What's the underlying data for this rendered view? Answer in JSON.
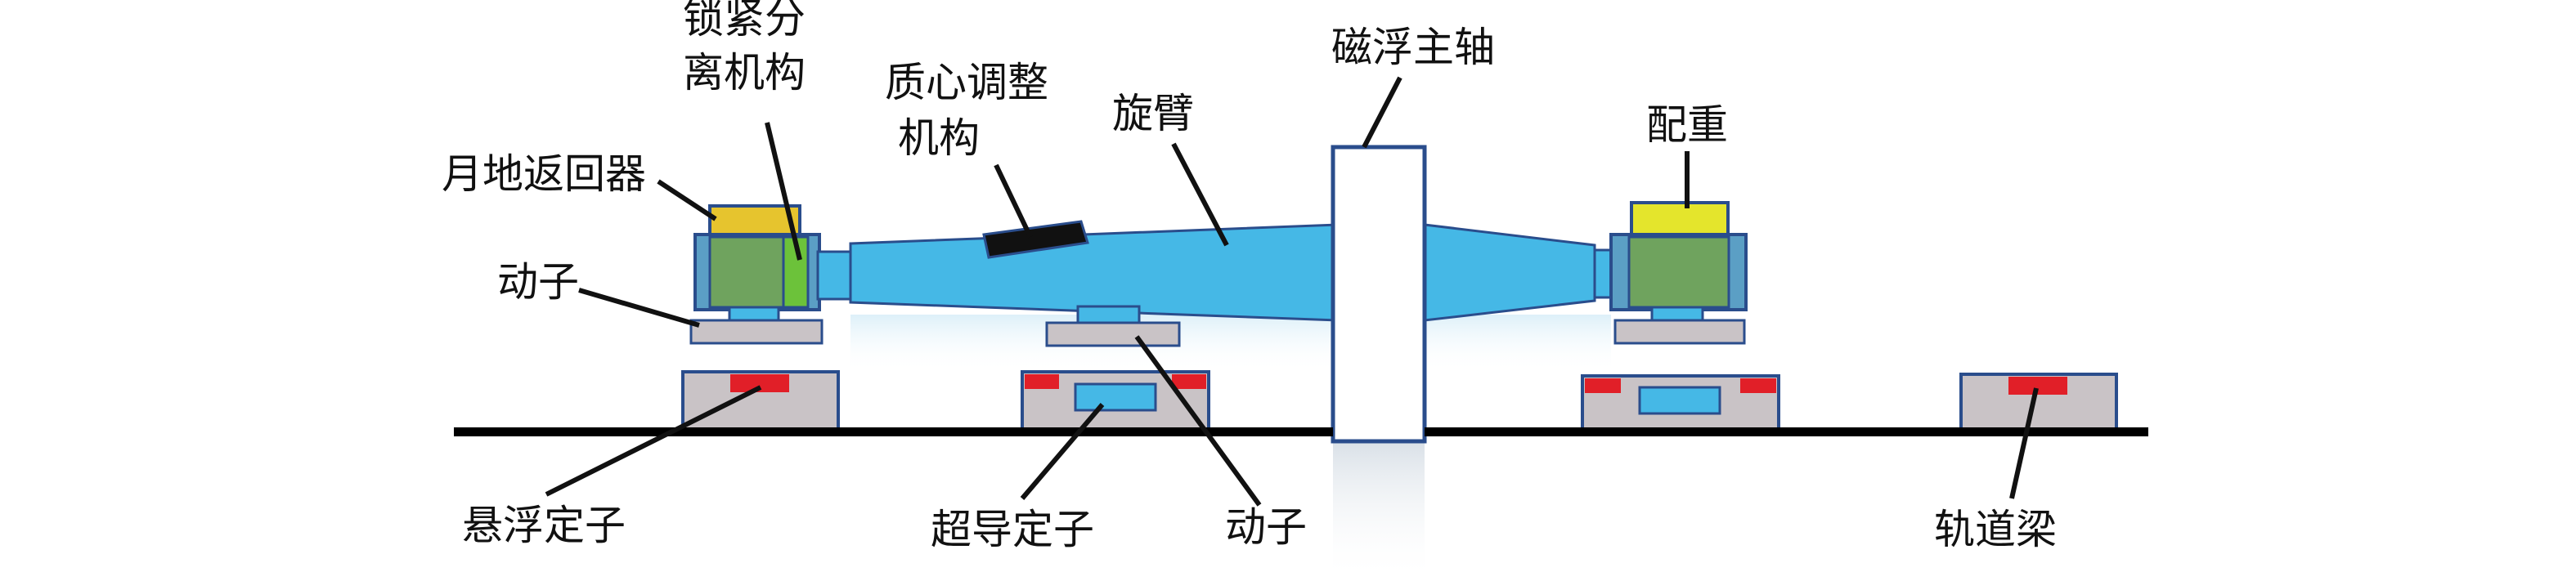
{
  "labels": {
    "lock_separation_line1": "锁紧分",
    "lock_separation_line2": "离机构",
    "centroid_adjust_line1": "质心调整",
    "centroid_adjust_line2": "机构",
    "maglev_spindle": "磁浮主轴",
    "rotating_arm": "旋臂",
    "counterweight": "配重",
    "earth_return_vehicle": "月地返回器",
    "rotor_left": "动子",
    "levitation_stator": "悬浮定子",
    "superconducting_stator": "超导定子",
    "rotor_bottom": "动子",
    "track_beam": "轨道梁"
  },
  "colors": {
    "arm_blue": "#45b8e6",
    "glow_blue": "#2a4d8c",
    "return_vehicle_yellow": "#e6c42e",
    "counterweight_yellow": "#e4e52c",
    "green_body": "#6fa35e",
    "lock_green": "#6cc23a",
    "gray_block": "#c9c3c6",
    "stator_red": "#e11f28",
    "centroid_black": "#111111",
    "rail_black": "#000000"
  }
}
